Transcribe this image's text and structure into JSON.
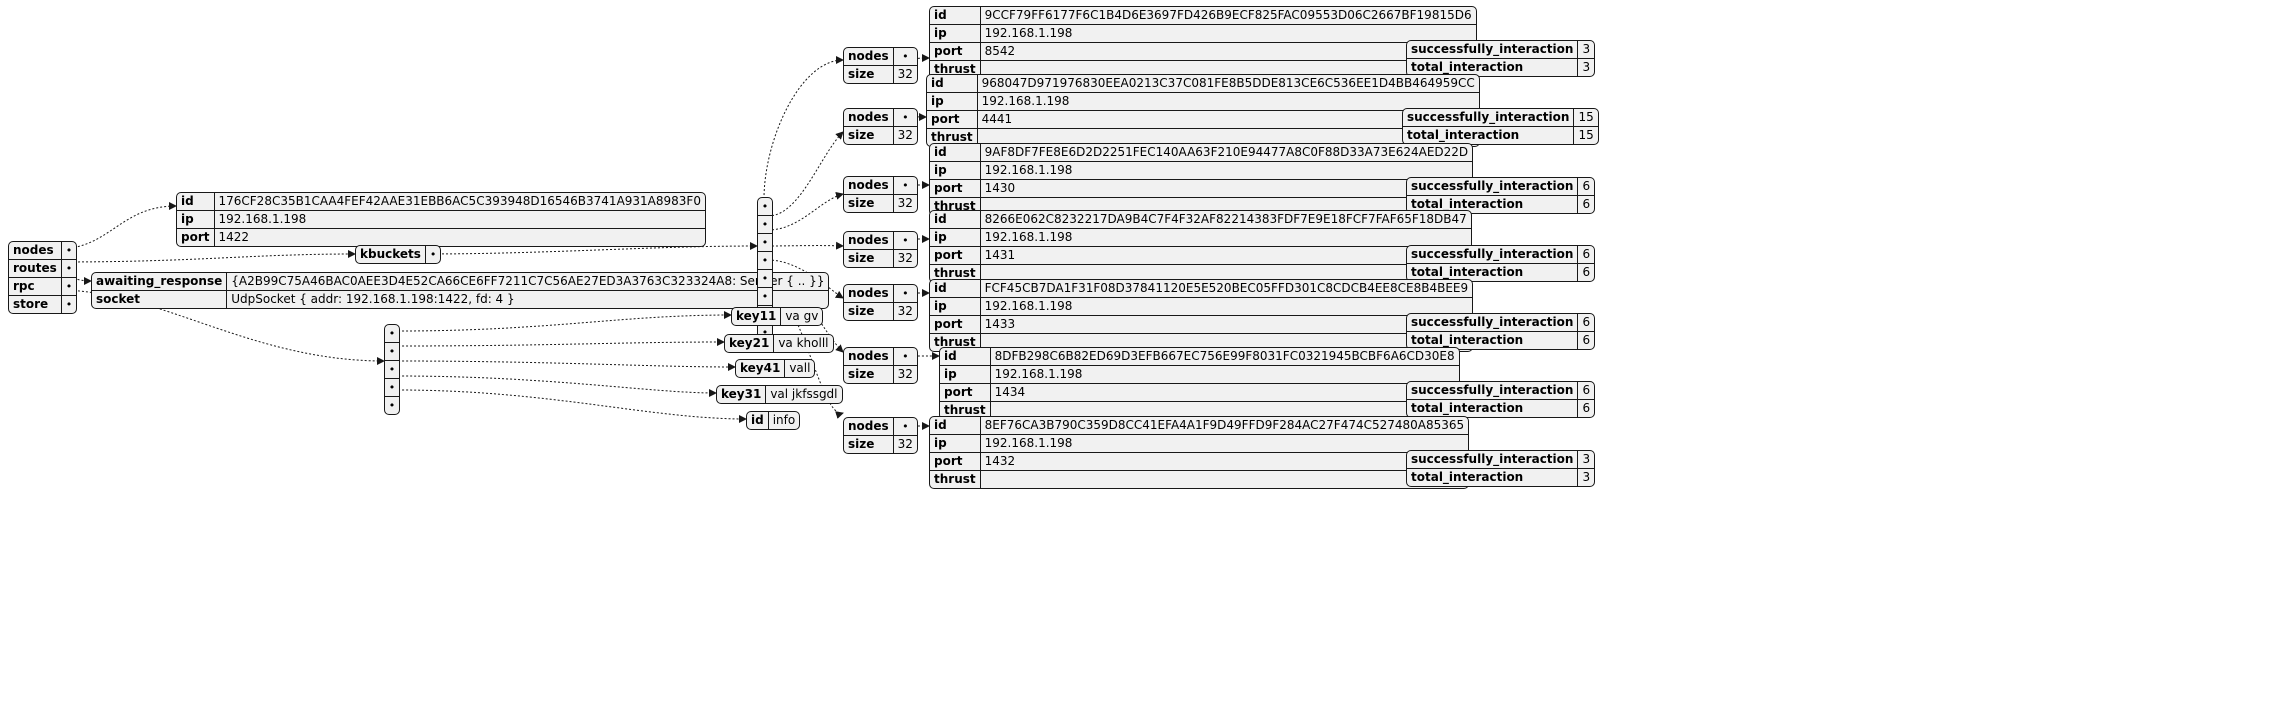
{
  "root": {
    "keys": [
      "nodes",
      "routes",
      "rpc",
      "store"
    ],
    "bullet": "•"
  },
  "self_node": {
    "id": "176CF28C35B1CAA4FEF42AAE31EBB6AC5C393948D16546B3741A931A8983F0",
    "ip": "192.168.1.198",
    "port": "1422"
  },
  "routes_obj": {
    "key": "kbuckets"
  },
  "rpc": {
    "awaiting_response_key": "awaiting_response",
    "awaiting_response": "{A2B99C75A46BAC0AEE3D4E52CA66CE6FF7211C7C56AE27ED3A3763C323324A8: Sender { .. }}",
    "socket_key": "socket",
    "socket": "UdpSocket { addr: 192.168.1.198:1422, fd: 4 }"
  },
  "labels": {
    "nodes": "nodes",
    "size": "size",
    "id": "id",
    "ip": "ip",
    "port": "port",
    "thrust": "thrust",
    "successfully_interaction": "successfully_interaction",
    "total_interaction": "total_interaction"
  },
  "buckets": [
    {
      "size": "32",
      "id": "9CCF79FF6177F6C1B4D6E3697FD426B9ECF825FAC09553D06C2667BF19815D6",
      "ip": "192.168.1.198",
      "port": "8542",
      "successfully_interaction": "3",
      "total_interaction": "3"
    },
    {
      "size": "32",
      "id": "968047D971976830EEA0213C37C081FE8B5DDE813CE6C536EE1D4BB464959CC",
      "ip": "192.168.1.198",
      "port": "4441",
      "successfully_interaction": "15",
      "total_interaction": "15"
    },
    {
      "size": "32",
      "id": "9AF8DF7FE8E6D2D2251FEC140AA63F210E94477A8C0F88D33A73E624AED22D",
      "ip": "192.168.1.198",
      "port": "1430",
      "successfully_interaction": "6",
      "total_interaction": "6"
    },
    {
      "size": "32",
      "id": "8266E062C8232217DA9B4C7F4F32AF82214383FDF7E9E18FCF7FAF65F18DB47",
      "ip": "192.168.1.198",
      "port": "1431",
      "successfully_interaction": "6",
      "total_interaction": "6"
    },
    {
      "size": "32",
      "id": "FCF45CB7DA1F31F08D37841120E5E520BEC05FFD301C8CDCB4EE8CE8B4BEE9",
      "ip": "192.168.1.198",
      "port": "1433",
      "successfully_interaction": "6",
      "total_interaction": "6"
    },
    {
      "size": "32",
      "id": "8DFB298C6B82ED69D3EFB667EC756E99F8031FC0321945BCBF6A6CD30E8",
      "ip": "192.168.1.198",
      "port": "1434",
      "successfully_interaction": "6",
      "total_interaction": "6"
    },
    {
      "size": "32",
      "id": "8EF76CA3B790C359D8CC41EFA4A1F9D49FFD9F284AC27F474C527480A85365",
      "ip": "192.168.1.198",
      "port": "1432",
      "successfully_interaction": "3",
      "total_interaction": "3"
    }
  ],
  "store": [
    {
      "key": "key11",
      "value": "va gv"
    },
    {
      "key": "key21",
      "value": "va kholll"
    },
    {
      "key": "key41",
      "value": "vall"
    },
    {
      "key": "key31",
      "value": "val jkfssgdl"
    },
    {
      "key": "id",
      "value": "info"
    }
  ]
}
